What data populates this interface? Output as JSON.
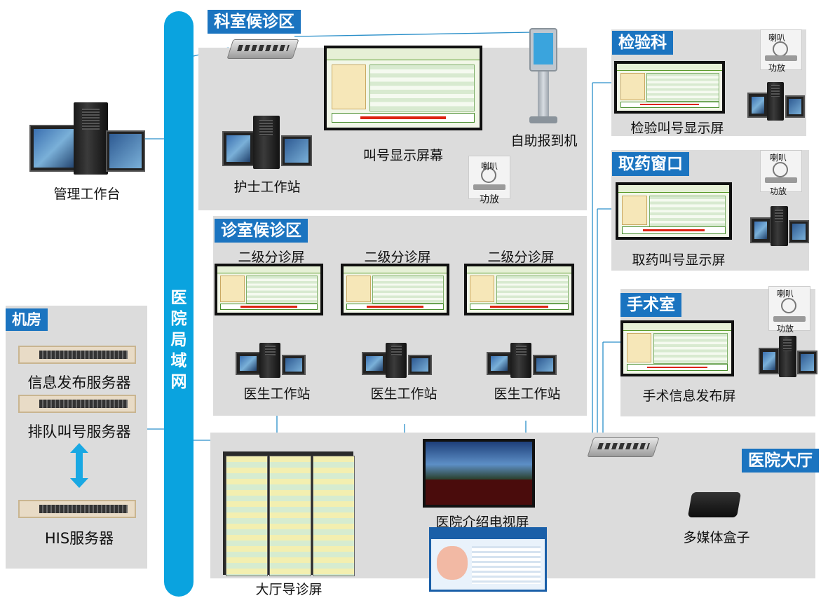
{
  "network": {
    "label_chars": [
      "医",
      "院",
      "局",
      "域",
      "网"
    ]
  },
  "sections": {
    "dept_waiting": "科室候诊区",
    "clinic_waiting": "诊室候诊区",
    "lab": "检验科",
    "pharmacy": "取药窗口",
    "surgery": "手术室",
    "lobby": "医院大厅",
    "server_room": "机房"
  },
  "labels": {
    "admin_workstation": "管理工作台",
    "nurse_workstation": "护士工作站",
    "call_screen": "叫号显示屏幕",
    "kiosk": "自助报到机",
    "speaker": "喇叭",
    "amplifier": "功放",
    "secondary_screen": "二级分诊屏",
    "doctor_workstation": "医生工作站",
    "lab_screen": "检验叫号显示屏",
    "pharmacy_screen": "取药叫号显示屏",
    "surgery_screen": "手术信息发布屏",
    "info_server": "信息发布服务器",
    "queue_server": "排队叫号服务器",
    "his_server": "HIS服务器",
    "lobby_guide": "大厅导诊屏",
    "intro_tv": "医院介绍电视屏",
    "media_box": "多媒体盒子"
  },
  "colors": {
    "accent": "#1b74c0",
    "bus": "#0aa3df",
    "panel": "#dcdcdc",
    "line": "#2a8fc9"
  }
}
